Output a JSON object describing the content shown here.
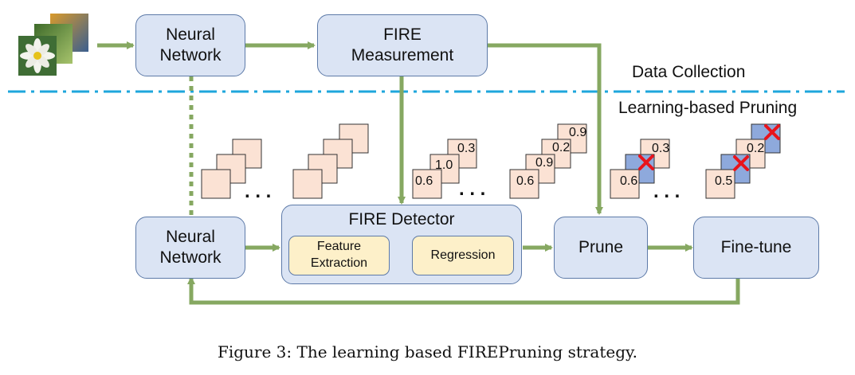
{
  "boxes": {
    "nn_top": "Neural\nNetwork",
    "fire_measurement": "FIRE\nMeasurement",
    "nn_bottom": "Neural\nNetwork",
    "fire_detector": "FIRE Detector",
    "feature_extraction": "Feature\nExtraction",
    "regression": "Regression",
    "prune": "Prune",
    "finetune": "Fine-tune"
  },
  "labels": {
    "data_collection": "Data Collection",
    "learning_based": "Learning-based Pruning",
    "ellipsis": ". . ."
  },
  "scores": {
    "stack3": [
      "0.6",
      "1.0",
      "0.3"
    ],
    "stack4": [
      "0.9",
      "0.2",
      "0.9",
      "0.6"
    ],
    "pruned1": [
      "0.6",
      "0.3"
    ],
    "pruned2": [
      "0.5",
      "0.2"
    ]
  },
  "caption": "Figure 3: The learning based FIREPruning strategy.",
  "colors": {
    "box_fill": "#dbe4f4",
    "box_border": "#5d7aa8",
    "inner_fill": "#fdf0c9",
    "arrow": "#86a861",
    "dashdot": "#1ea6dc",
    "filter_fill": "#fbe2d4",
    "pruned_fill": "#8ea9dc",
    "cross": "#e8141c"
  }
}
